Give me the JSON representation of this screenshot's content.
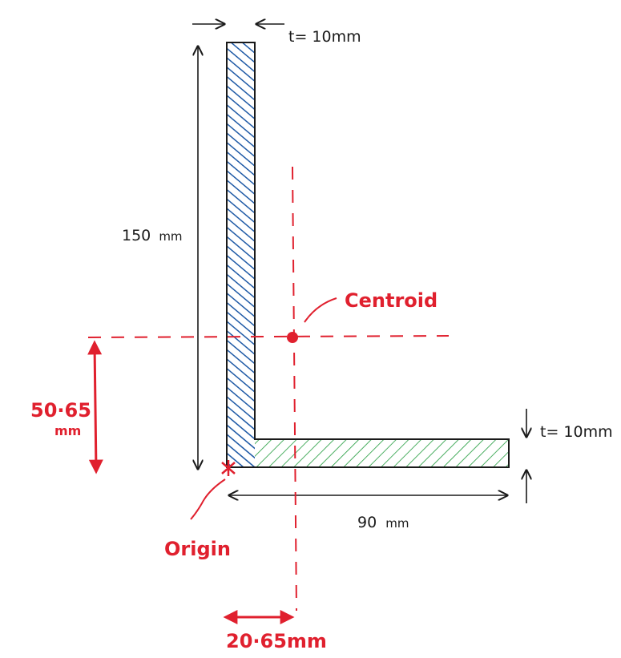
{
  "labels": {
    "web_thickness": "t= 10mm",
    "flange_thickness": "t= 10mm",
    "height": "150",
    "height_unit": "mm",
    "width": "90",
    "width_unit": "mm",
    "centroid": "Centroid",
    "origin": "Origin",
    "y_bar_value": "50·65",
    "y_bar_unit": "mm",
    "x_bar_value": "20·65mm"
  },
  "colors": {
    "outline": "#1a1a1a",
    "web_hatch": "#1f5aa6",
    "flange_hatch": "#1e9a3a",
    "annotation": "#e0202e"
  }
}
